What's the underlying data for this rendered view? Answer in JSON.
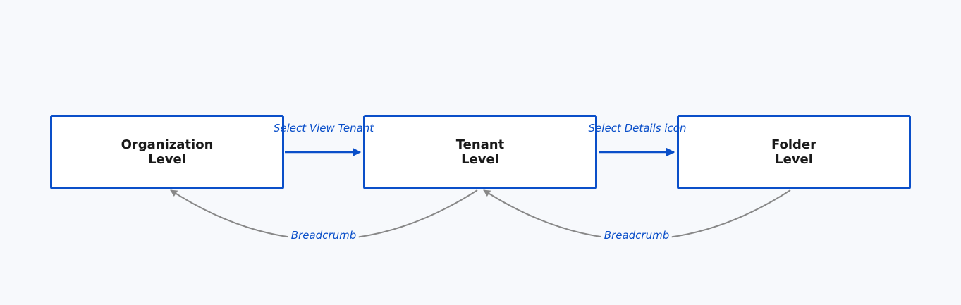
{
  "diagram": {
    "nodes": [
      {
        "id": "organization",
        "label": "Organization\nLevel"
      },
      {
        "id": "tenant",
        "label": "Tenant\nLevel"
      },
      {
        "id": "folder",
        "label": "Folder\nLevel"
      }
    ],
    "edges": [
      {
        "from": "organization",
        "to": "tenant",
        "label": "Select View Tenant",
        "kind": "forward"
      },
      {
        "from": "tenant",
        "to": "folder",
        "label": "Select Details icon",
        "kind": "forward"
      },
      {
        "from": "tenant",
        "to": "organization",
        "label": "Breadcrumb",
        "kind": "back"
      },
      {
        "from": "folder",
        "to": "tenant",
        "label": "Breadcrumb",
        "kind": "back"
      }
    ]
  },
  "colors": {
    "background": "#f7f9fc",
    "node_border": "#0a4fc9",
    "forward_arrow": "#0a4fc9",
    "back_arrow": "#888888",
    "edge_label": "#0a4fc9"
  }
}
